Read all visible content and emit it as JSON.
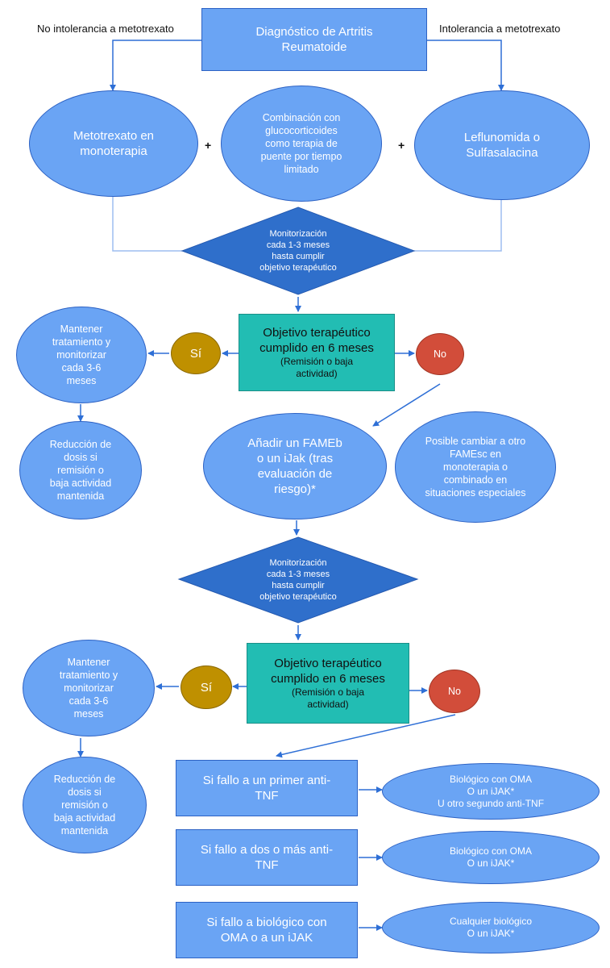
{
  "labels": {
    "left_branch": "No intolerancia a metotrexato",
    "right_branch": "Intolerancia a metotrexato",
    "plus": "+"
  },
  "nodes": {
    "diagnosis": "Diagnóstico de Artritis\nReumatoide",
    "metotrexato": "Metotrexato en\nmonoterapia",
    "glucocorticoides": "Combinación con\nglucocorticoides\ncomo terapia de\npuente por tiempo\nlimitado",
    "leflunomida": "Leflunomida o\nSulfasalacina",
    "monitor1": "Monitorización\ncada 1-3 meses\nhasta cumplir\nobjetivo terapéutico",
    "objetivo1_main": "Objetivo terapéutico\ncumplido en 6 meses",
    "objetivo1_sub": "(Remisión o baja\nactividad)",
    "si1": "Sí",
    "no1": "No",
    "mantener1": "Mantener\ntratamiento y\nmonitorizar\ncada 3-6\nmeses",
    "reduccion1": "Reducción de\ndosis si\nremisión o\nbaja actividad\nmantenida",
    "famEb": "Añadir un FAMEb\no un iJak (tras\nevaluación de\nriesgo)*",
    "famEsc": "Posible cambiar a otro\nFAMEsc en\nmonoterapia o\ncombinado en\nsituaciones especiales",
    "monitor2": "Monitorización\ncada 1-3 meses\nhasta cumplir\nobjetivo terapéutico",
    "objetivo2_main": "Objetivo terapéutico\ncumplido en 6 meses",
    "objetivo2_sub": "(Remisión o baja\nactividad)",
    "si2": "Sí",
    "no2": "No",
    "mantener2": "Mantener\ntratamiento y\nmonitorizar\ncada 3-6\nmeses",
    "reduccion2": "Reducción de\ndosis si\nremisión o\nbaja actividad\nmantenida",
    "fallo1": "Si fallo a un primer anti-\nTNF",
    "res1": "Biológico con OMA\nO un iJAK*\nU otro segundo anti-TNF",
    "fallo2": "Si fallo a dos o más anti-\nTNF",
    "res2": "Biológico con OMA\nO un iJAK*",
    "fallo3": "Si fallo a biológico con\nOMA  o a un iJAK",
    "res3": "Cualquier biológico\nO un iJAK*"
  },
  "colors": {
    "box_blue": "#6aa4f4",
    "box_border": "#2d62c4",
    "diamond_blue": "#2f6fcb",
    "teal": "#22bdb3",
    "si_gold": "#bf9000",
    "no_red": "#d24d3a",
    "line_blue": "#2e6fd6"
  }
}
